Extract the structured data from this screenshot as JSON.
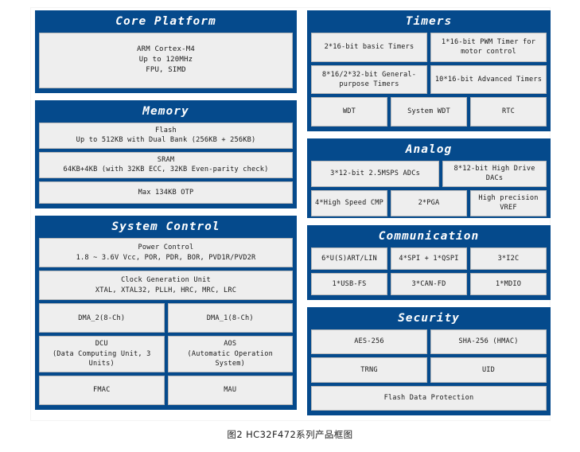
{
  "figure": {
    "caption": "图2 HC32F472系列产品框图",
    "accent_color": "#054a8c",
    "cell_color": "#eeeeee",
    "cell_border_color": "#b9b9b9",
    "title_color": "#ffffff"
  },
  "left_column": {
    "panels": [
      {
        "title": "Core Platform",
        "rows": [
          {
            "cells": [
              {
                "text": "ARM Cortex-M4\nUp to 120MHz\nFPU, SIMD"
              }
            ]
          }
        ]
      },
      {
        "title": "Memory",
        "rows": [
          {
            "cells": [
              {
                "text": "Flash\nUp to 512KB with Dual Bank (256KB + 256KB)"
              }
            ]
          },
          {
            "cells": [
              {
                "text": "SRAM\n64KB+4KB (with 32KB ECC, 32KB Even-parity check)"
              }
            ]
          },
          {
            "cells": [
              {
                "text": "Max 134KB OTP"
              }
            ]
          }
        ]
      },
      {
        "title": "System Control",
        "rows": [
          {
            "cells": [
              {
                "text": "Power Control\n1.8 ~ 3.6V Vcc, POR, PDR, BOR,  PVD1R/PVD2R"
              }
            ]
          },
          {
            "cells": [
              {
                "text": "Clock Generation Unit\nXTAL, XTAL32, PLLH, HRC, MRC, LRC"
              }
            ]
          },
          {
            "cells": [
              {
                "text": "DMA_2(8-Ch)"
              },
              {
                "text": "DMA_1(8-Ch)"
              }
            ]
          },
          {
            "cells": [
              {
                "text": "DCU\n(Data Computing Unit, 3 Units)"
              },
              {
                "text": "AOS\n(Automatic Operation System)"
              }
            ]
          },
          {
            "cells": [
              {
                "text": "FMAC"
              },
              {
                "text": "MAU"
              }
            ]
          }
        ]
      }
    ]
  },
  "right_column": {
    "panels": [
      {
        "title": "Timers",
        "rows": [
          {
            "cells": [
              {
                "text": "2*16-bit basic Timers"
              },
              {
                "text": "1*16-bit PWM Timer for motor control"
              }
            ]
          },
          {
            "cells": [
              {
                "text": "8*16/2*32-bit General-purpose Timers"
              },
              {
                "text": "10*16-bit Advanced Timers"
              }
            ]
          },
          {
            "cells": [
              {
                "text": "WDT"
              },
              {
                "text": "System WDT"
              },
              {
                "text": "RTC"
              }
            ]
          }
        ]
      },
      {
        "title": "Analog",
        "rows": [
          {
            "cells": [
              {
                "text": "3*12-bit  2.5MSPS ADCs",
                "flex": "wide-1-2"
              },
              {
                "text": "8*12-bit High Drive DACs"
              }
            ]
          },
          {
            "cells": [
              {
                "text": "4*High Speed CMP"
              },
              {
                "text": "2*PGA"
              },
              {
                "text": "High precision VREF"
              }
            ]
          }
        ]
      },
      {
        "title": "Communication",
        "rows": [
          {
            "cells": [
              {
                "text": "6*U(S)ART/LIN"
              },
              {
                "text": "4*SPI + 1*QSPI"
              },
              {
                "text": "3*I2C"
              }
            ]
          },
          {
            "cells": [
              {
                "text": "1*USB-FS"
              },
              {
                "text": "3*CAN-FD"
              },
              {
                "text": "1*MDIO"
              }
            ]
          }
        ]
      },
      {
        "title": "Security",
        "rows": [
          {
            "cells": [
              {
                "text": "AES-256"
              },
              {
                "text": "SHA-256 (HMAC)"
              }
            ]
          },
          {
            "cells": [
              {
                "text": "TRNG"
              },
              {
                "text": "UID"
              }
            ]
          },
          {
            "cells": [
              {
                "text": "Flash Data Protection"
              }
            ]
          }
        ]
      }
    ]
  }
}
